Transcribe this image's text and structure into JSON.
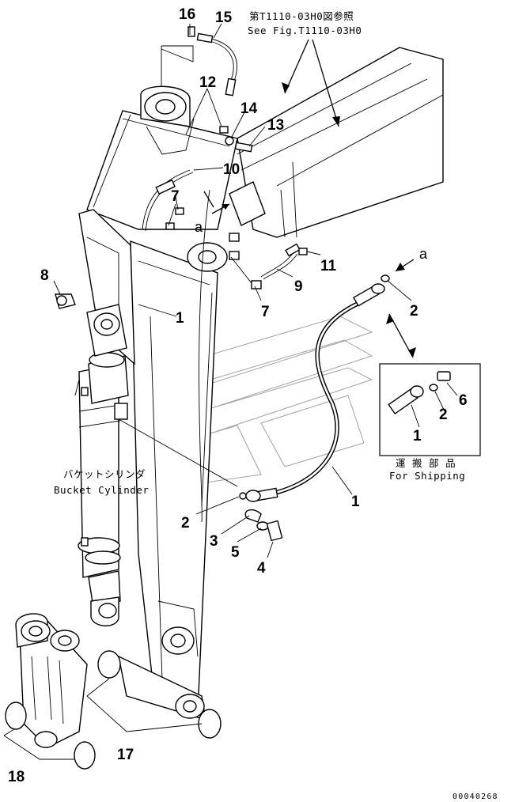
{
  "figure": {
    "ref_note_jp": "第T1110-03H0図参照",
    "ref_note_en": "See Fig.T1110-03H0",
    "shipping_jp": "運 搬 部 品",
    "shipping_en": "For Shipping",
    "bucket_cyl_jp": "バケットシリンダ",
    "bucket_cyl_en": "Bucket Cylinder",
    "detail_letter_a1": "a",
    "detail_letter_a2": "a",
    "drawing_number": "00040268"
  },
  "callouts": [
    {
      "id": "c16",
      "label": "16"
    },
    {
      "id": "c15",
      "label": "15"
    },
    {
      "id": "c12",
      "label": "12"
    },
    {
      "id": "c14",
      "label": "14"
    },
    {
      "id": "c13",
      "label": "13"
    },
    {
      "id": "c10",
      "label": "10"
    },
    {
      "id": "c7a",
      "label": "7"
    },
    {
      "id": "c8",
      "label": "8"
    },
    {
      "id": "c1a",
      "label": "1"
    },
    {
      "id": "c11",
      "label": "11"
    },
    {
      "id": "c9",
      "label": "9"
    },
    {
      "id": "c7b",
      "label": "7"
    },
    {
      "id": "c2a",
      "label": "2"
    },
    {
      "id": "c6",
      "label": "6"
    },
    {
      "id": "c2b",
      "label": "2"
    },
    {
      "id": "c1b",
      "label": "1"
    },
    {
      "id": "c1c",
      "label": "1"
    },
    {
      "id": "c2c",
      "label": "2"
    },
    {
      "id": "c3",
      "label": "3"
    },
    {
      "id": "c5",
      "label": "5"
    },
    {
      "id": "c4",
      "label": "4"
    },
    {
      "id": "c17",
      "label": "17"
    },
    {
      "id": "c18",
      "label": "18"
    }
  ]
}
